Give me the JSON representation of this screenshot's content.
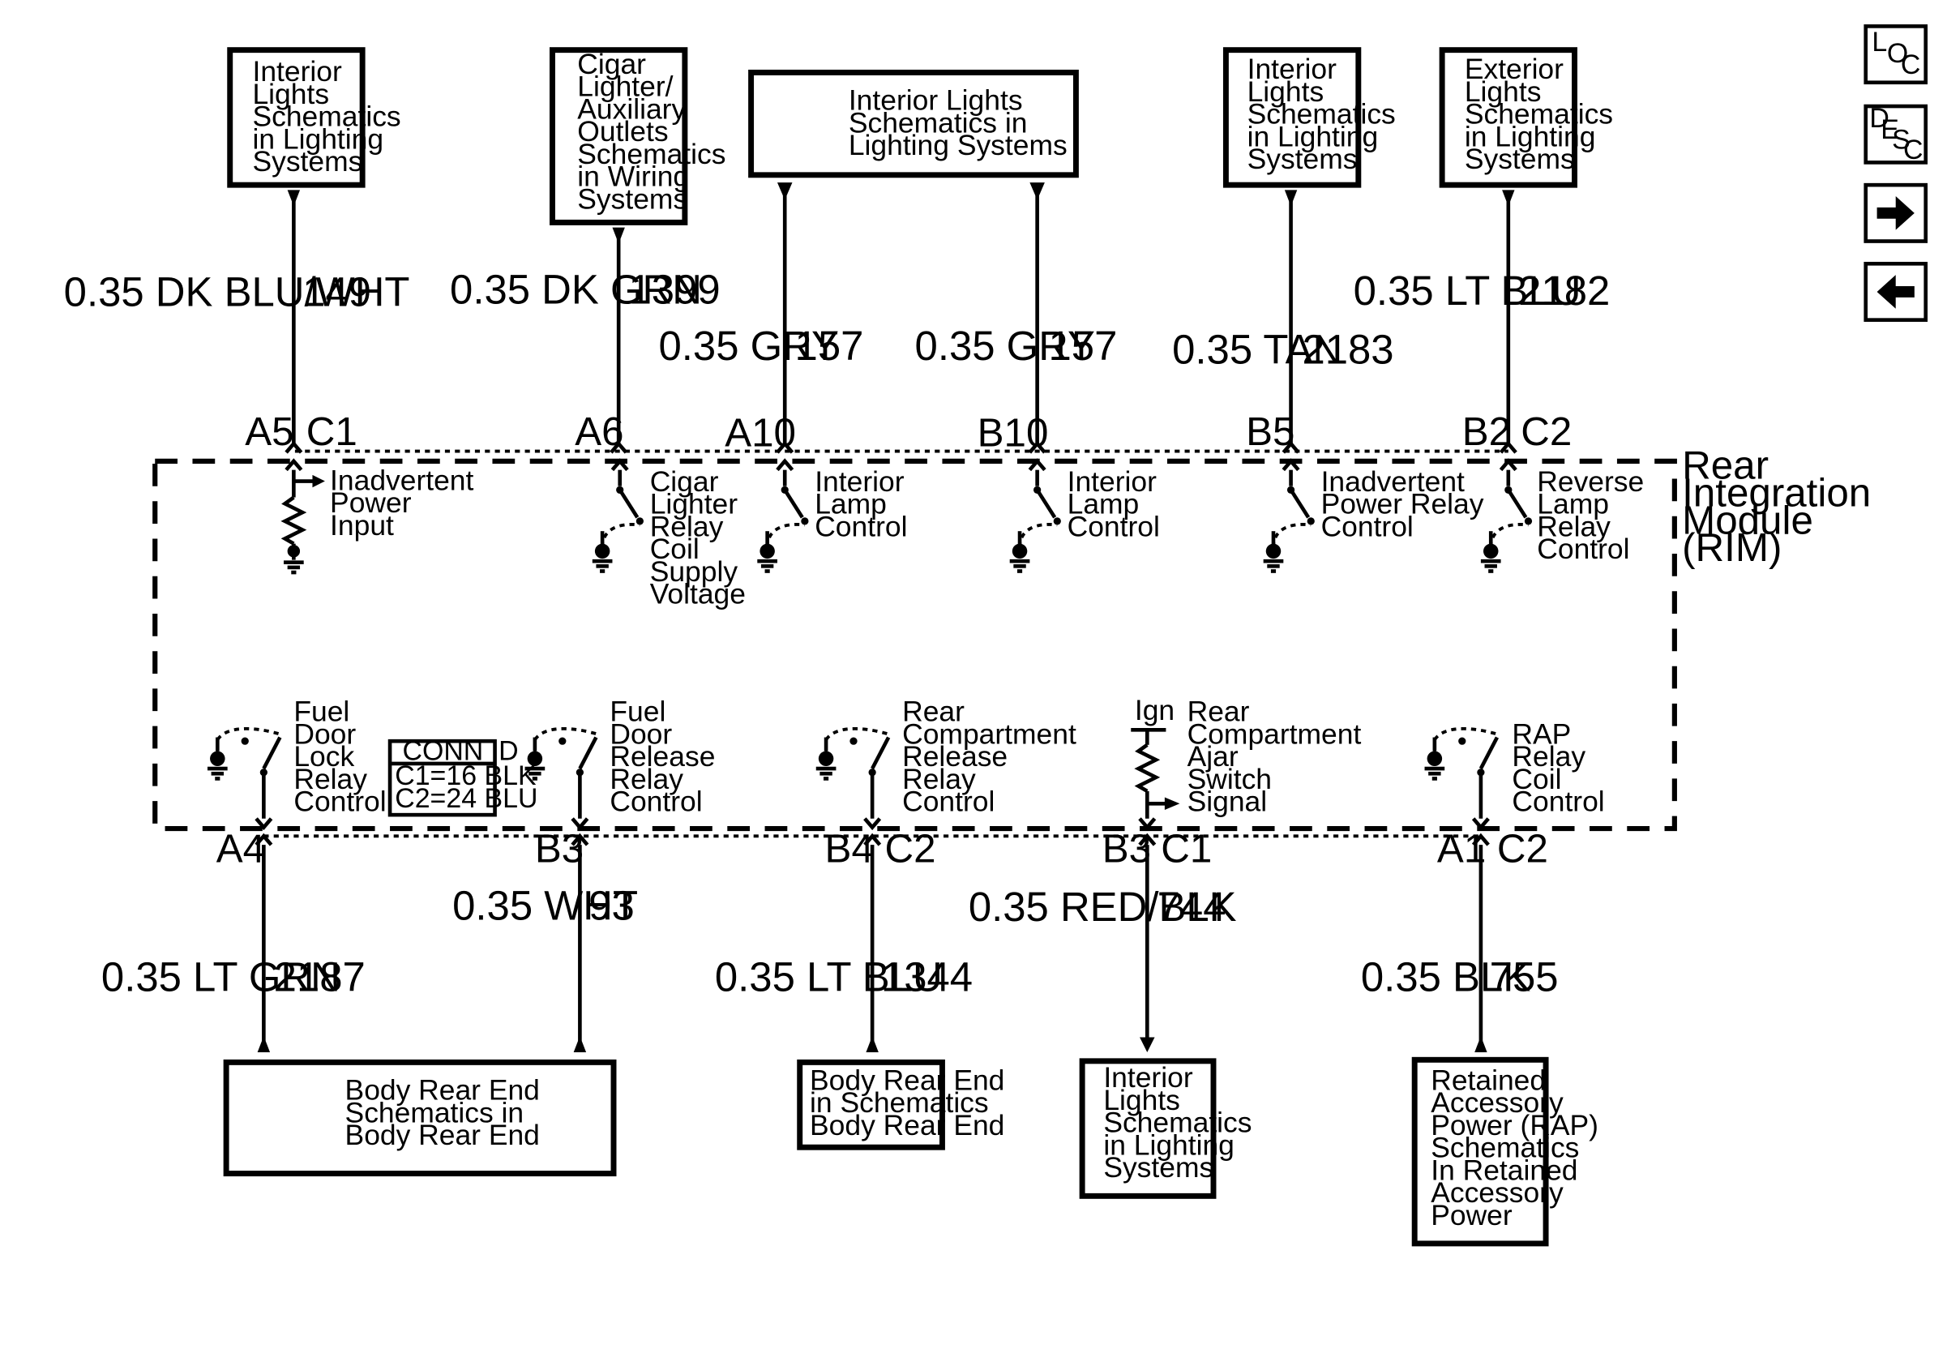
{
  "nav": {
    "loc": [
      "L",
      "O",
      "C"
    ],
    "desc": [
      "D",
      "E",
      "S",
      "C"
    ]
  },
  "module": {
    "name_lines": [
      "Rear",
      "Integration",
      "Module",
      "(RIM)"
    ]
  },
  "conn_id": {
    "title": "CONN ID",
    "lines": [
      "C1=16 BLK",
      "C2=24 BLU"
    ]
  },
  "top_boxes": [
    {
      "lines": [
        "Interior",
        "Lights",
        "Schematics",
        "in Lighting",
        "Systems"
      ]
    },
    {
      "lines": [
        "Cigar",
        "Lighter/",
        "Auxiliary",
        "Outlets",
        "Schematics",
        "in Wiring",
        "Systems"
      ]
    },
    {
      "lines": [
        "Interior Lights",
        "Schematics in",
        "Lighting Systems"
      ]
    },
    {
      "lines": [
        "Interior",
        "Lights",
        "Schematics",
        "in Lighting",
        "Systems"
      ]
    },
    {
      "lines": [
        "Exterior",
        "Lights",
        "Schematics",
        "in Lighting",
        "Systems"
      ]
    }
  ],
  "top_wires": [
    {
      "label": "0.35 DK BLU/WHT",
      "circuit": "149",
      "pin": "A5",
      "connector": "C1"
    },
    {
      "label": "0.35 DK GRN",
      "circuit": "1399",
      "pin": "A6",
      "connector": ""
    },
    {
      "label": "0.35 GRY",
      "circuit": "157",
      "pin": "A10",
      "connector": ""
    },
    {
      "label": "0.35 GRY",
      "circuit": "157",
      "pin": "B10",
      "connector": ""
    },
    {
      "label": "0.35 TAN",
      "circuit": "2183",
      "pin": "B5",
      "connector": ""
    },
    {
      "label": "0.35 LT BLU",
      "circuit": "2182",
      "pin": "B2",
      "connector": "C2"
    }
  ],
  "top_components": [
    {
      "lines": [
        "Inadvertent",
        "Power",
        "Input"
      ]
    },
    {
      "lines": [
        "Cigar",
        "Lighter",
        "Relay",
        "Coil",
        "Supply",
        "Voltage"
      ]
    },
    {
      "lines": [
        "Interior",
        "Lamp",
        "Control"
      ]
    },
    {
      "lines": [
        "Interior",
        "Lamp",
        "Control"
      ]
    },
    {
      "lines": [
        "Inadvertent",
        "Power Relay",
        "Control"
      ]
    },
    {
      "lines": [
        "Reverse",
        "Lamp",
        "Relay",
        "Control"
      ]
    }
  ],
  "bottom_components": [
    {
      "lines": [
        "Fuel",
        "Door",
        "Lock",
        "Relay",
        "Control"
      ]
    },
    {
      "lines": [
        "Fuel",
        "Door",
        "Release",
        "Relay",
        "Control"
      ]
    },
    {
      "lines": [
        "Rear",
        "Compartment",
        "Release",
        "Relay",
        "Control"
      ]
    },
    {
      "lines": [
        "Rear",
        "Compartment",
        "Ajar",
        "Switch",
        "Signal"
      ],
      "supply": "Ign"
    },
    {
      "lines": [
        "RAP",
        "Relay",
        "Coil",
        "Control"
      ]
    }
  ],
  "bottom_wires": [
    {
      "label": "0.35 LT GRN",
      "circuit": "2187",
      "pin": "A4",
      "connector": ""
    },
    {
      "label": "0.35 WHT",
      "circuit": "93",
      "pin": "B3",
      "connector": ""
    },
    {
      "label": "0.35 LT BLU",
      "circuit": "1344",
      "pin": "B4",
      "connector": "C2"
    },
    {
      "label": "0.35 RED/BLK",
      "circuit": "744",
      "pin": "B3",
      "connector": "C1"
    },
    {
      "label": "0.35 BLK",
      "circuit": "755",
      "pin": "A1",
      "connector": "C2"
    }
  ],
  "bottom_boxes": [
    {
      "lines": [
        "Body Rear End",
        "Schematics in",
        "Body Rear End"
      ]
    },
    {
      "lines": [
        "Body Rear End",
        "in Schematics",
        "Body Rear End"
      ]
    },
    {
      "lines": [
        "Interior",
        "Lights",
        "Schematics",
        "in Lighting",
        "Systems"
      ]
    },
    {
      "lines": [
        "Retained",
        "Accessory",
        "Power (RAP)",
        "Schematics",
        "In Retained",
        "Accessory",
        "Power"
      ]
    }
  ]
}
